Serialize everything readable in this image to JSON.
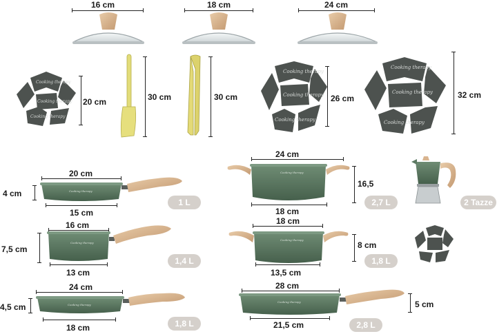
{
  "lids": [
    {
      "size": "16 cm"
    },
    {
      "size": "18 cm"
    },
    {
      "size": "24 cm"
    }
  ],
  "mats": [
    {
      "size": "20 cm"
    },
    {
      "size": "26 cm"
    },
    {
      "size": "32 cm"
    }
  ],
  "utensils": [
    {
      "length": "30 cm"
    },
    {
      "length": "30 cm"
    }
  ],
  "mat_print": "Cooking therapy",
  "cookware": [
    {
      "top": "20 cm",
      "bottom": "15 cm",
      "height": "4 cm",
      "capacity": "1 L"
    },
    {
      "top": "16 cm",
      "bottom": "13 cm",
      "height": "7,5 cm",
      "capacity": "1,4 L"
    },
    {
      "top": "24 cm",
      "bottom": "18 cm",
      "height": "4,5 cm",
      "capacity": "1,8 L"
    },
    {
      "top": "24 cm",
      "bottom": "18 cm",
      "height": "16,5",
      "capacity": "2,7 L"
    },
    {
      "top": "18 cm",
      "bottom": "13,5 cm",
      "height": "8 cm",
      "capacity": "1,8 L"
    },
    {
      "top": "28 cm",
      "bottom": "21,5 cm",
      "height": "5 cm",
      "capacity": "2,8 L"
    }
  ],
  "espresso": {
    "capacity": "2 Tazze"
  },
  "colors": {
    "pan_green": "#5d7a63",
    "wood": "#d9b48f",
    "badge": "#d5d0cb",
    "mat": "#4d524f"
  }
}
